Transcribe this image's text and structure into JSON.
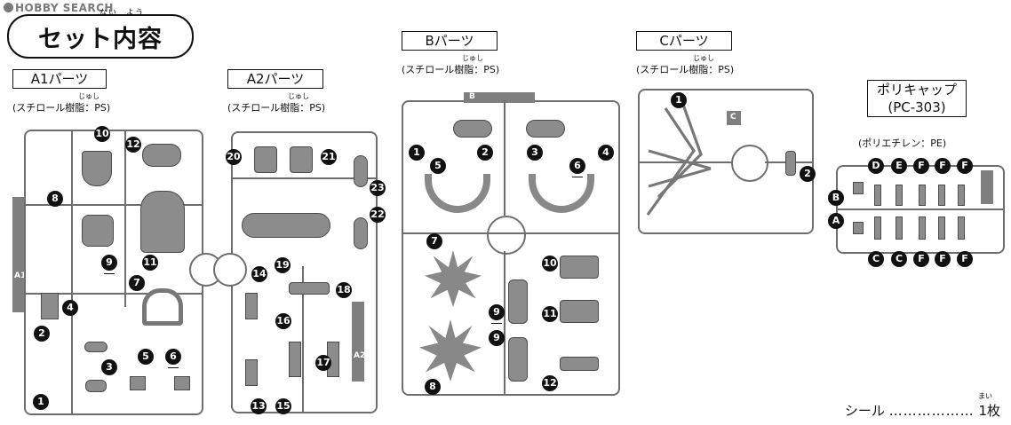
{
  "watermark": "HOBBY SEARCH",
  "header": {
    "title_furigana": "ない　よう",
    "title": "セット内容"
  },
  "runners": {
    "a1": {
      "label": "A1パーツ",
      "furigana": "じゅし",
      "material": "(スチロール樹脂：PS)",
      "tab_text": "A1",
      "numbers": [
        "10",
        "12",
        "8",
        "9",
        "11",
        "7",
        "4",
        "2",
        "3",
        "5",
        "6",
        "1"
      ]
    },
    "a2": {
      "label": "A2パーツ",
      "furigana": "じゅし",
      "material": "(スチロール樹脂：PS)",
      "tab_text": "A2",
      "numbers": [
        "20",
        "21",
        "23",
        "22",
        "14",
        "19",
        "18",
        "16",
        "17",
        "13",
        "15"
      ]
    },
    "b": {
      "label": "Bパーツ",
      "furigana": "じゅし",
      "material": "(スチロール樹脂：PS)",
      "tab_text": "B",
      "numbers": [
        "1",
        "5",
        "2",
        "3",
        "6",
        "4",
        "7",
        "10",
        "11",
        "9",
        "9",
        "8",
        "12"
      ]
    },
    "c": {
      "label": "Cパーツ",
      "furigana": "じゅし",
      "material": "(スチロール樹脂：PS)",
      "tab_text": "C",
      "numbers": [
        "1",
        "2"
      ]
    },
    "polycap": {
      "label_line1": "ポリキャップ",
      "label_line2": "(PC-303)",
      "material": "(ポリエチレン：PE)",
      "top_letters": [
        "D",
        "E",
        "F",
        "F",
        "F"
      ],
      "side_letters": [
        "B",
        "A"
      ],
      "bottom_letters": [
        "C",
        "C",
        "F",
        "F",
        "F"
      ]
    }
  },
  "seal": {
    "label": "シール",
    "furigana": "まい",
    "count": "1枚"
  }
}
